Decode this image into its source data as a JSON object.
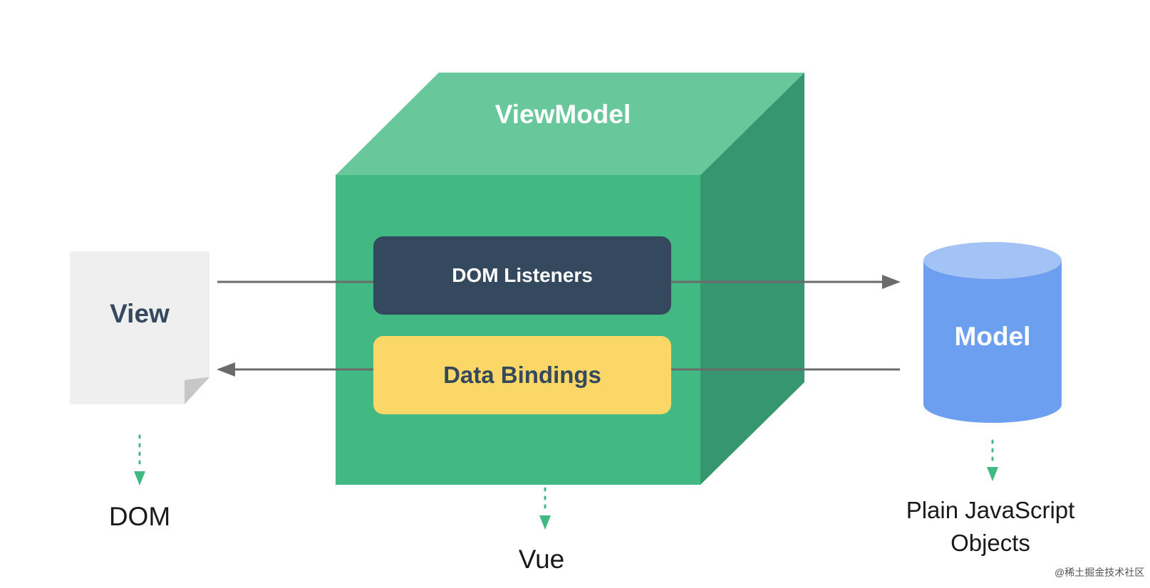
{
  "diagram": {
    "view": {
      "label": "View",
      "caption": "DOM"
    },
    "viewmodel": {
      "label": "ViewModel",
      "caption": "Vue",
      "dom_listeners": "DOM Listeners",
      "data_bindings": "Data Bindings"
    },
    "model": {
      "label": "Model",
      "caption_line1": "Plain JavaScript",
      "caption_line2": "Objects"
    },
    "watermark": "@稀土掘金技术社区"
  },
  "colors": {
    "vue_green": "#42b883",
    "vue_green_light": "#68c89c",
    "vue_green_dark": "#369670",
    "navy": "#35495e",
    "yellow": "#fbd768",
    "model_blue": "#6c9ff0",
    "model_blue_light": "#a3c2f5",
    "arrow_gray": "#6b6b6b"
  }
}
